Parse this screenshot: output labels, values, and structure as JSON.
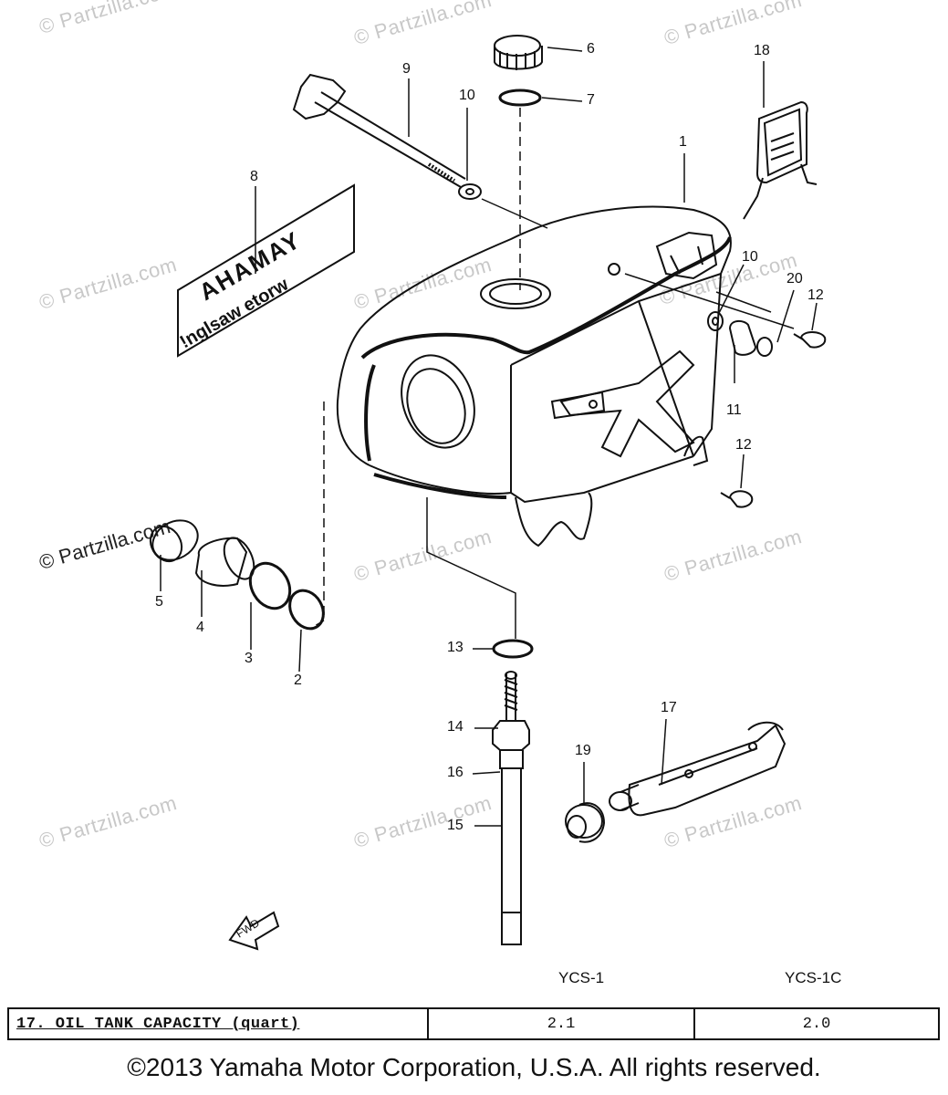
{
  "watermark": {
    "text": "© Partzilla.com",
    "main_text": "© Partzilla.com"
  },
  "callouts": [
    "1",
    "2",
    "3",
    "4",
    "5",
    "6",
    "7",
    "8",
    "9",
    "10",
    "10",
    "11",
    "12",
    "12",
    "13",
    "14",
    "15",
    "16",
    "17",
    "18",
    "19",
    "20"
  ],
  "decal_text": [
    "AHAMAY",
    "!nglsaw etorw"
  ],
  "fwd_label": "FWD",
  "models": {
    "col1": "YCS-1",
    "col2": "YCS-1C"
  },
  "spec_table": {
    "label": "17. OIL TANK CAPACITY (quart)",
    "val1": "2.1",
    "val2": "2.0"
  },
  "copyright": "©2013 Yamaha Motor Corporation, U.S.A. All rights reserved."
}
